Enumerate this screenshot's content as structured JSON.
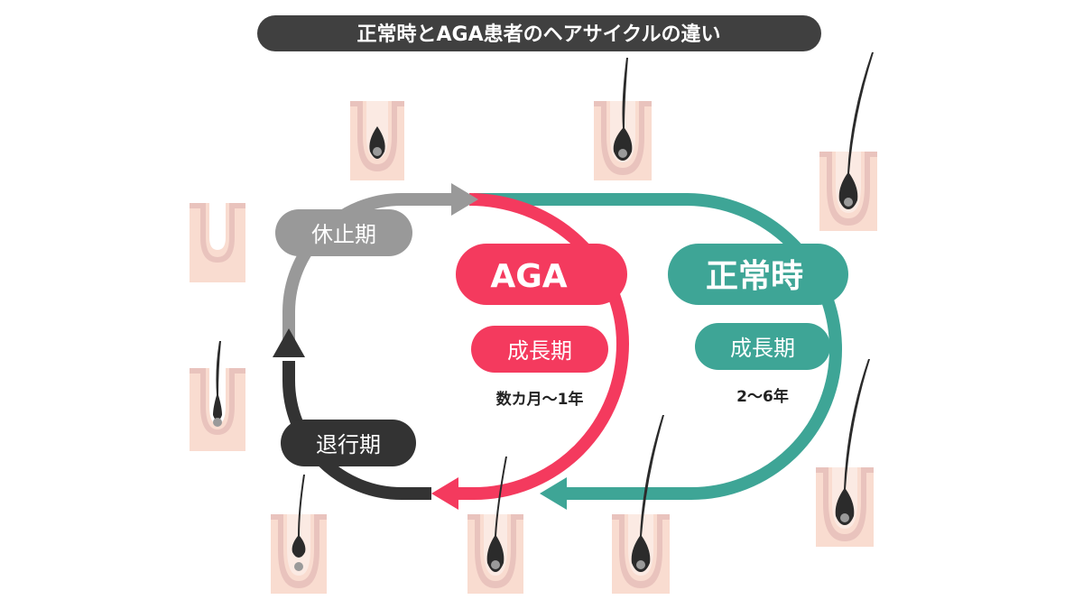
{
  "title": "正常時とAGA患者のヘアサイクルの違い",
  "colors": {
    "aga": "#f43a5e",
    "normal": "#3ea596",
    "rest_phase": "#999999",
    "regress_phase": "#333333",
    "skin": "#f9dcd0",
    "skin_dark": "#e9c3bd",
    "title_bg": "#404040"
  },
  "labels": {
    "rest": "休止期",
    "regress": "退行期",
    "aga_title": "AGA",
    "aga_growth": "成長期",
    "aga_duration": "数カ月〜1年",
    "normal_title": "正常時",
    "normal_growth": "成長期",
    "normal_duration": "2〜6年"
  },
  "icons": [
    "hair-follicle-icon-empty",
    "hair-follicle-icon-new-small",
    "hair-follicle-icon-short",
    "hair-follicle-icon-medium",
    "hair-follicle-icon-long",
    "hair-follicle-icon-long-deep",
    "hair-follicle-icon-aga-grown",
    "hair-follicle-icon-normal-grown",
    "hair-follicle-icon-regressing"
  ]
}
